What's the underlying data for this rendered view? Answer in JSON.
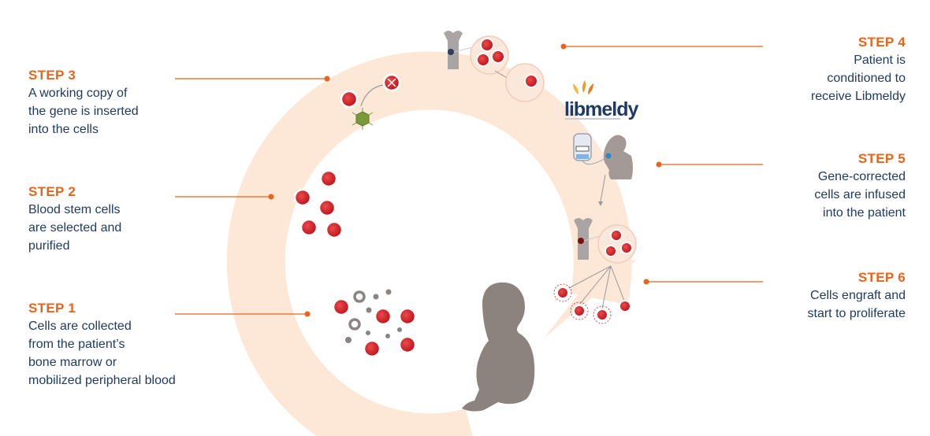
{
  "steps": [
    {
      "id": "step3",
      "title": "STEP 3",
      "lines": [
        "A working copy of",
        "the gene is inserted",
        "into the cells"
      ]
    },
    {
      "id": "step2",
      "title": "STEP 2",
      "lines": [
        "Blood stem cells",
        "are selected and",
        "purified"
      ]
    },
    {
      "id": "step1",
      "title": "STEP 1",
      "lines": [
        "Cells are collected",
        "from the patient’s",
        "bone marrow or",
        "mobilized peripheral blood"
      ]
    },
    {
      "id": "step4",
      "title": "STEP 4",
      "lines": [
        "Patient is",
        "conditioned to",
        "receive Libmeldy"
      ]
    },
    {
      "id": "step5",
      "title": "STEP 5",
      "lines": [
        "Gene-corrected",
        "cells are infused",
        "into the patient"
      ]
    },
    {
      "id": "step6",
      "title": "STEP 6",
      "lines": [
        "Cells engraft and",
        "start to proliferate"
      ]
    }
  ],
  "logo": {
    "text": "libmeldy"
  },
  "colors": {
    "accent": "#e8641b",
    "text": "#1f3b63",
    "ring": "#fde7d7",
    "cell": "#d0202a",
    "silhouette": "#8c827e"
  }
}
